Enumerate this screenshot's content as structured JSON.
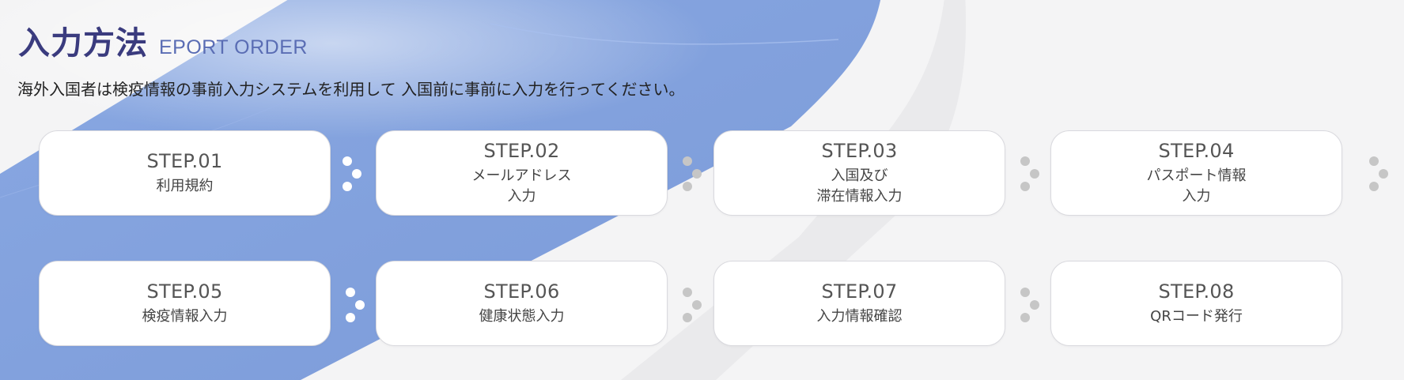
{
  "header": {
    "title": "入力方法",
    "subtitle": "EPORT ORDER"
  },
  "description": "海外入国者は検疫情報の事前入力システムを利用して 入国前に事前に入力を行ってください。",
  "steps": [
    {
      "number": "STEP.01",
      "label": "利用規約"
    },
    {
      "number": "STEP.02",
      "label": "メールアドレス\n入力"
    },
    {
      "number": "STEP.03",
      "label": "入国及び\n滞在情報入力"
    },
    {
      "number": "STEP.04",
      "label": "パスポート情報\n入力"
    },
    {
      "number": "STEP.05",
      "label": "検疫情報入力"
    },
    {
      "number": "STEP.06",
      "label": "健康状態入力"
    },
    {
      "number": "STEP.07",
      "label": "入力情報確認"
    },
    {
      "number": "STEP.08",
      "label": "QRコード発行"
    }
  ],
  "colors": {
    "title": "#3a3b7e",
    "subtitle": "#5a6db4",
    "band": "#7f9fdc",
    "connector_gray": "#c6c6c6",
    "connector_light": "#ffffff"
  },
  "icons": {
    "connector": "three-dot-connector-icon"
  }
}
